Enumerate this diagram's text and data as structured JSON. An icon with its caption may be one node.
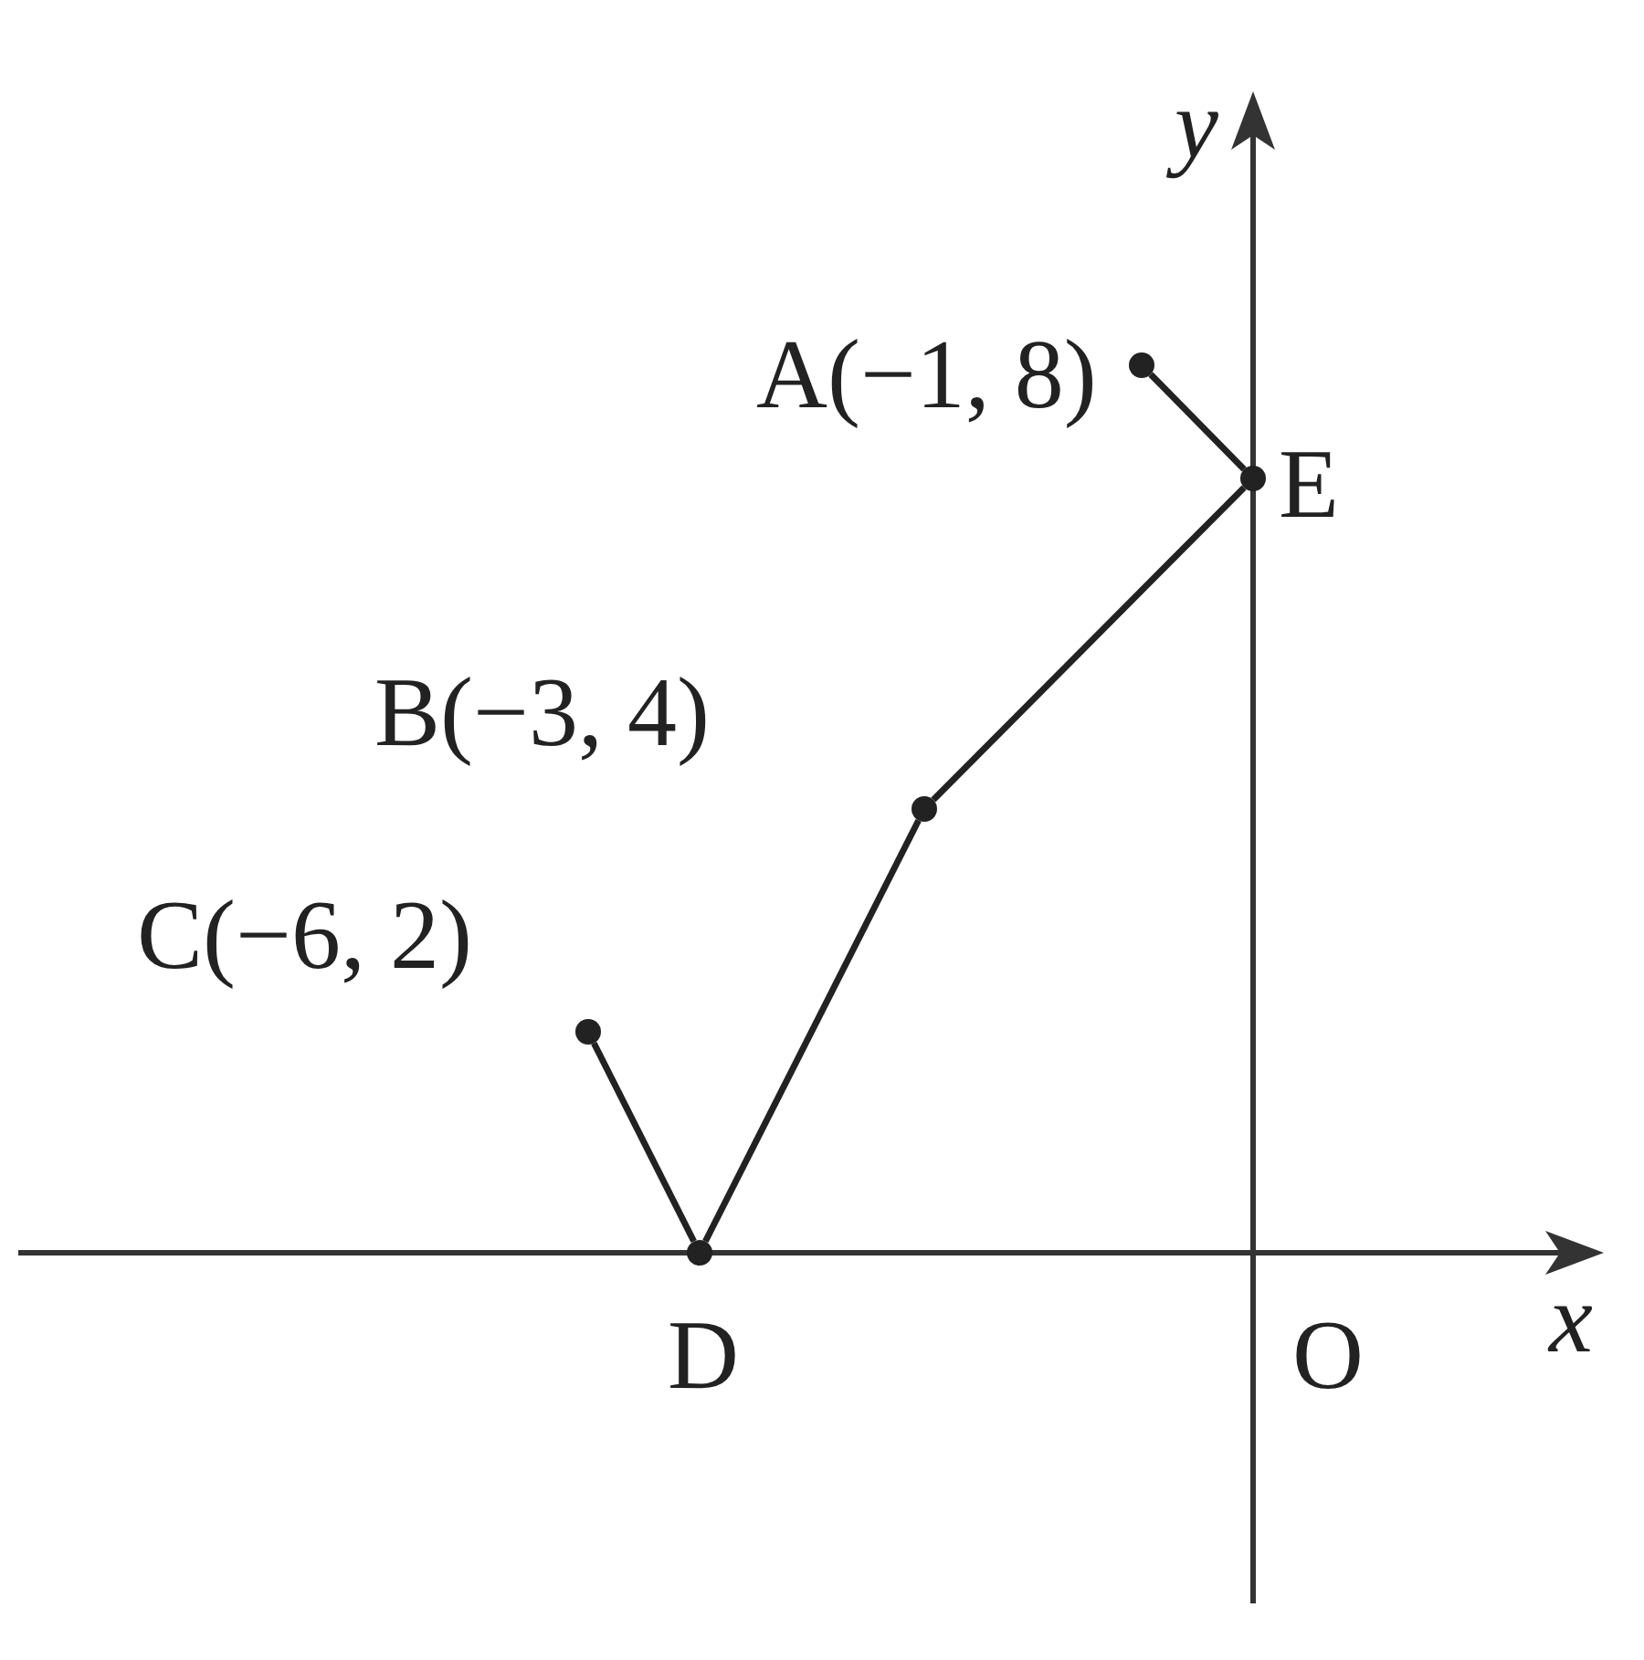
{
  "diagram": {
    "nodes": [
      {
        "text": [],
        "shape": "circle",
        "beside": [
          "A(−1, 8)"
        ]
      },
      {
        "text": [],
        "shape": "circle",
        "beside": [
          "E"
        ]
      },
      {
        "text": [],
        "shape": "circle",
        "beside": [
          "B(−3, 4)"
        ]
      },
      {
        "text": [],
        "shape": "circle",
        "beside": [
          "C(−6, 2)"
        ]
      },
      {
        "text": [],
        "shape": "circle",
        "beside": [
          "D"
        ]
      }
    ],
    "edges": [
      {
        "from": 0,
        "to": 1,
        "arrow": "none"
      },
      {
        "from": 1,
        "to": 2,
        "arrow": "none"
      },
      {
        "from": 2,
        "to": 4,
        "arrow": "none"
      },
      {
        "from": 4,
        "to": 3,
        "arrow": "none"
      }
    ],
    "labels": [
      "y",
      "x",
      "O"
    ]
  }
}
